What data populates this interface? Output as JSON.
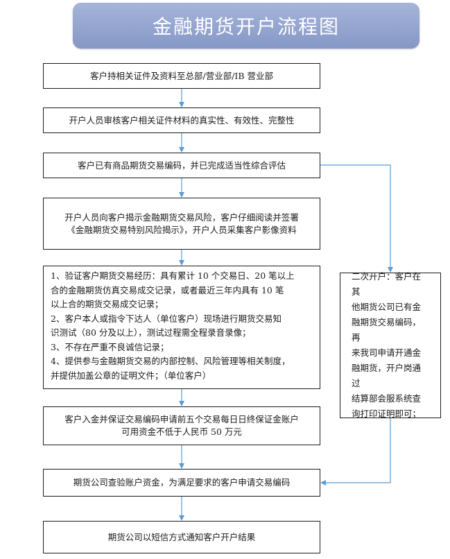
{
  "title": "金融期货开户流程图",
  "steps": [
    {
      "lines": [
        "客户持相关证件及资料至总部/营业部/IB 营业部"
      ]
    },
    {
      "lines": [
        "开户人员审核客户相关证件材料的真实性、有效性、完整性"
      ]
    },
    {
      "lines": [
        "客户已有商品期货交易编码，并已完成适当性综合评估"
      ]
    },
    {
      "lines": [
        "开户人员向客户揭示金融期货交易风险，客户仔细阅读并签署",
        "《金融期货交易特别风险揭示》，开户人员采集客户影像资料"
      ]
    },
    {
      "lines": [
        "1、验证客户期货交易经历：具有累计 10 个交易日、20 笔以上",
        "合的金融期货仿真交易成交记录，或者最近三年内具有 10 笔",
        "以上合的期货交易成交记录；",
        "2、客户本人或指令下达人（单位客户）现场进行期货交易知",
        "识测试（80 分及以上），测试过程需全程录音录像；",
        "3、不存在严重不良诚信记录；",
        "4、提供参与金融期货交易的内部控制、风险管理等相关制度，",
        "并提供加盖公章的证明文件；（单位客户）"
      ]
    },
    {
      "lines": [
        "客户入金并保证交易编码申请前五个交易每日日终保证金账户",
        "可用资金不低于人民币 50 万元"
      ]
    },
    {
      "lines": [
        "期货公司查验账户资金，为满足要求的客户申请交易编码"
      ]
    },
    {
      "lines": [
        "期货公司以短信方式通知客户开户结果"
      ]
    }
  ],
  "side_box": {
    "lines": [
      "二次开户：客户在其",
      "他期货公司已有金",
      "融期货交易编码，再",
      "来我司申请开通金",
      "融期货，开户岗通过",
      "结算部会服系统查",
      "询打印证明即可；"
    ]
  },
  "colors": {
    "banner": "#8e9fcd",
    "arrow": "#5b9bd5",
    "border": "#1a1a1a"
  }
}
